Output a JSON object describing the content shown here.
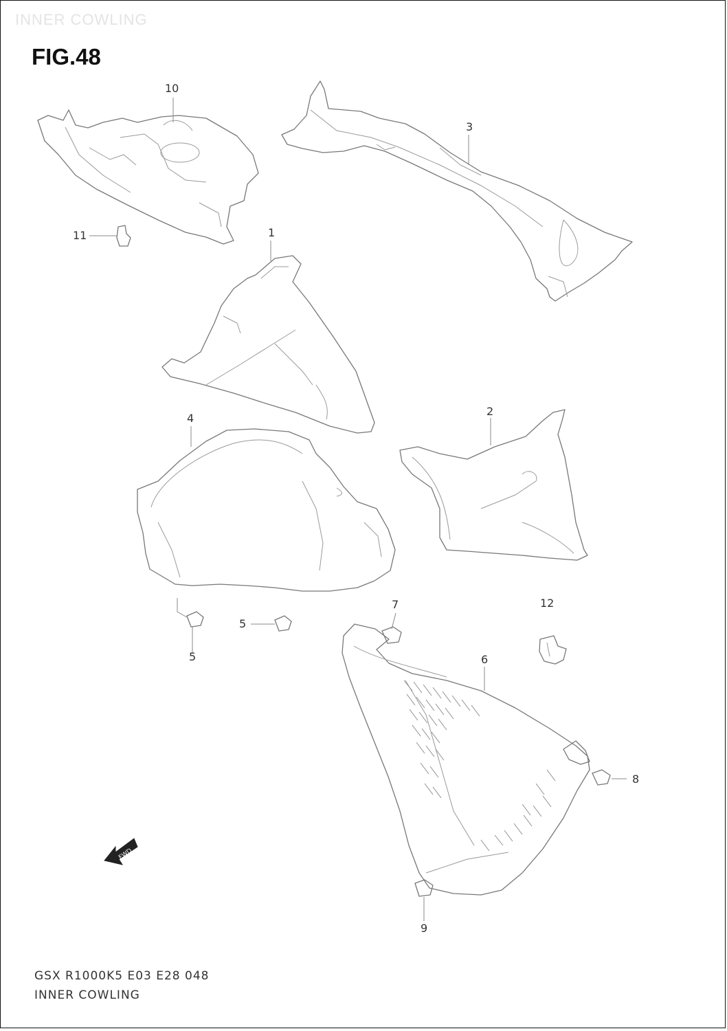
{
  "header": {
    "title": "INNER COWLING"
  },
  "figure": {
    "label": "FIG.48"
  },
  "callouts": [
    {
      "id": "10",
      "text": "10"
    },
    {
      "id": "3",
      "text": "3"
    },
    {
      "id": "11",
      "text": "11"
    },
    {
      "id": "1",
      "text": "1"
    },
    {
      "id": "2",
      "text": "2"
    },
    {
      "id": "4",
      "text": "4"
    },
    {
      "id": "7",
      "text": "7"
    },
    {
      "id": "12",
      "text": "12"
    },
    {
      "id": "5a",
      "text": "5"
    },
    {
      "id": "5b",
      "text": "5"
    },
    {
      "id": "6",
      "text": "6"
    },
    {
      "id": "8",
      "text": "8"
    },
    {
      "id": "9",
      "text": "9"
    }
  ],
  "direction_marker": {
    "text": "FWD",
    "icon": "fwd-arrow-icon"
  },
  "footer": {
    "model_code": "GSX R1000K5 E03 E28 048",
    "caption": "INNER COWLING"
  }
}
